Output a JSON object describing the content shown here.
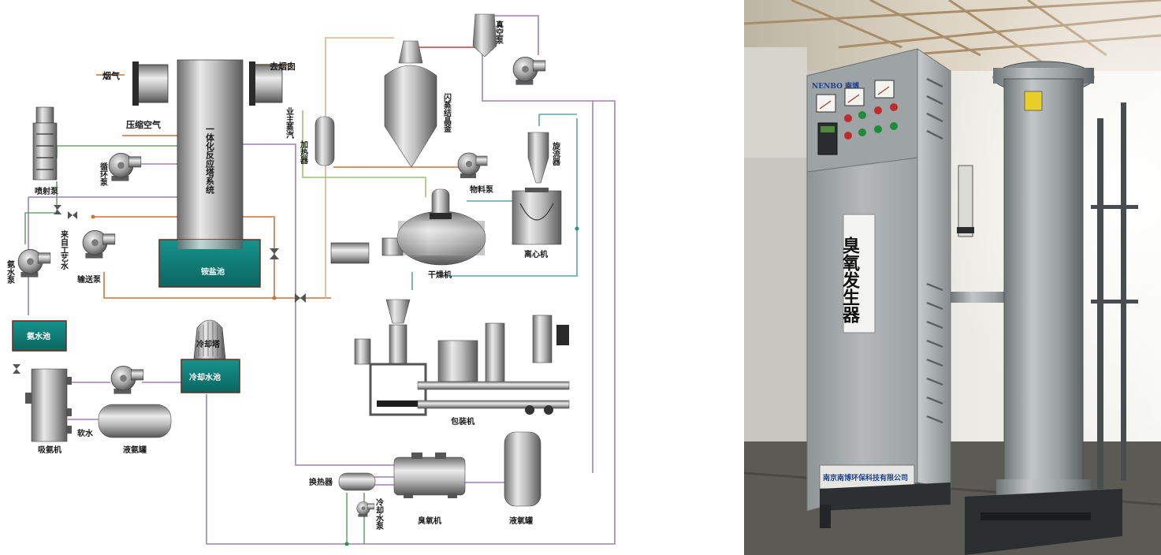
{
  "diagram": {
    "labels": {
      "flue_gas": "烟气",
      "to_chimney": "去烟囱",
      "compressed_air": "压缩空气",
      "tower": "一体化反应塔系统",
      "ammonium_tank": "铵盐池",
      "jet_pump": "喷射泵",
      "circ_pump": "循环泵",
      "process_water": "来自工艺水",
      "transfer_pump": "输送泵",
      "ammonia_pump": "氨水泵",
      "ammonia_pool": "氨水池",
      "cooling_tower": "冷却塔",
      "cooling_pool": "冷却水池",
      "absorber": "吸氨机",
      "soft_water": "软水",
      "liquid_ammonia_tank": "液氨罐",
      "owner_steam": "业主蒸汽",
      "heater": "加热器",
      "flash_crystallizer": "闪蒸结晶釜",
      "vacuum_pump": "真空泵",
      "cyclone": "旋流器",
      "material_pump": "物料泵",
      "centrifuge": "离心机",
      "dryer": "干燥机",
      "packing_machine": "包装机",
      "heat_exchanger": "换热器",
      "cw_pump": "冷却水泵",
      "ozone_machine": "臭氧机",
      "liquid_oxygen_tank": "液氧罐"
    }
  },
  "photo": {
    "brand": "NENBO 南博",
    "product_sign": "臭氧发生器",
    "company_plate": "南京南博环保科技有限公司"
  },
  "colors": {
    "tank_teal": "#0f7b76",
    "line_purple": "#a27fb8",
    "line_orange": "#c8743a",
    "line_green": "#6aaa6a",
    "line_teal": "#5aa7ad",
    "line_red": "#c04040",
    "cabinet_gray": "#a9adaf"
  }
}
